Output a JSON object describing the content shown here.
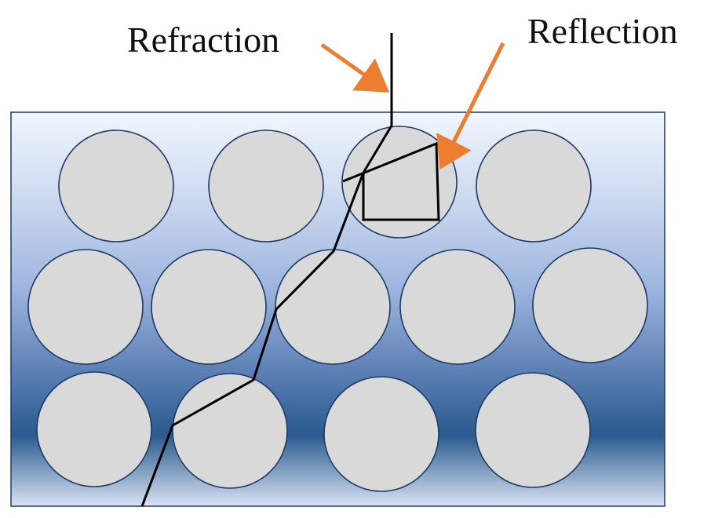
{
  "labels": {
    "refraction": "Refraction",
    "reflection": "Reflection"
  },
  "colors": {
    "arrow": "#ed7d31",
    "particle_fill": "#d9d9d9",
    "particle_stroke": "#1f3864",
    "ray": "#000000",
    "gradient_light": "#eef3fb",
    "gradient_mid": "#a9bfe3",
    "gradient_dark": "#2a5a8e"
  },
  "particle_count": 13
}
